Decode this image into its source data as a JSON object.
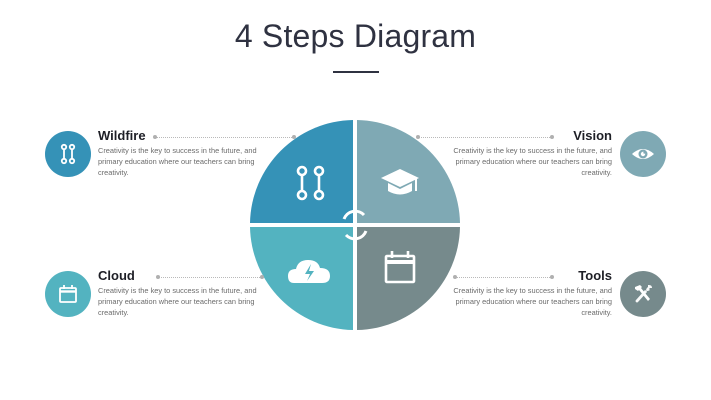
{
  "header": {
    "title": "4 Steps Diagram"
  },
  "colors": {
    "title": "#2f3241",
    "wildfire": "#3592b7",
    "vision": "#7fa9b4",
    "cloud": "#53b3c0",
    "tools": "#768a8c",
    "connector": "#b9b9b9",
    "text": "#6b6b6b"
  },
  "steps": [
    {
      "id": "wildfire",
      "title": "Wildfire",
      "description": "Creativity is the key to success in the future, and primary education where our teachers can bring creativity.",
      "side_icon": "connection-nodes-icon",
      "quadrant_icon": "connection-nodes-icon",
      "position": "top-left"
    },
    {
      "id": "vision",
      "title": "Vision",
      "description": "Creativity is the key to success in the future, and primary education where our teachers can bring creativity.",
      "side_icon": "eye-icon",
      "quadrant_icon": "graduation-cap-icon",
      "position": "top-right"
    },
    {
      "id": "cloud",
      "title": "Cloud",
      "description": "Creativity is the key to success in the future, and primary education where our teachers can bring creativity.",
      "side_icon": "calendar-icon",
      "quadrant_icon": "cloud-lightning-icon",
      "position": "bottom-left"
    },
    {
      "id": "tools",
      "title": "Tools",
      "description": "Creativity is the key to success in the future, and primary education where our teachers can bring creativity.",
      "side_icon": "hammer-wrench-icon",
      "quadrant_icon": "calendar-icon",
      "position": "bottom-right"
    }
  ],
  "center_icon": "cycle-arrows-icon"
}
